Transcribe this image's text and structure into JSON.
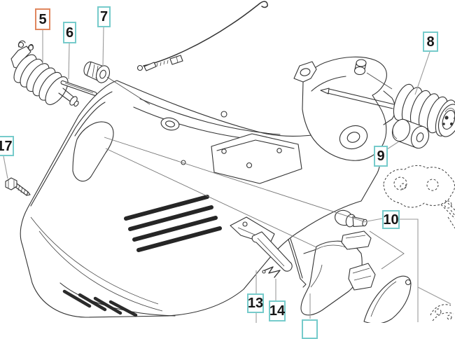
{
  "diagram": {
    "type": "exploded-parts-diagram",
    "subject": "chainsaw fuel tank / rear handle assembly",
    "background_color": "#ffffff",
    "drawing_line_color": "#333333",
    "leader_line_color": "#9a9a9a",
    "label_border_teal": "#76cbcb",
    "label_border_orange": "#e0875e",
    "label_text_color": "#161616",
    "labels": [
      {
        "number": "5",
        "style": "orange",
        "cut": "none"
      },
      {
        "number": "6",
        "style": "teal",
        "cut": "none"
      },
      {
        "number": "7",
        "style": "teal",
        "cut": "none"
      },
      {
        "number": "8",
        "style": "teal",
        "cut": "none"
      },
      {
        "number": "9",
        "style": "teal",
        "cut": "none"
      },
      {
        "number": "10",
        "style": "teal",
        "cut": "none"
      },
      {
        "number": "13",
        "style": "teal",
        "cut": "none"
      },
      {
        "number": "14",
        "style": "teal",
        "cut": "none"
      },
      {
        "number": "",
        "style": "teal",
        "cut": "bottom-edge"
      },
      {
        "number": "17",
        "style": "teal",
        "cut": "left-edge"
      }
    ]
  }
}
